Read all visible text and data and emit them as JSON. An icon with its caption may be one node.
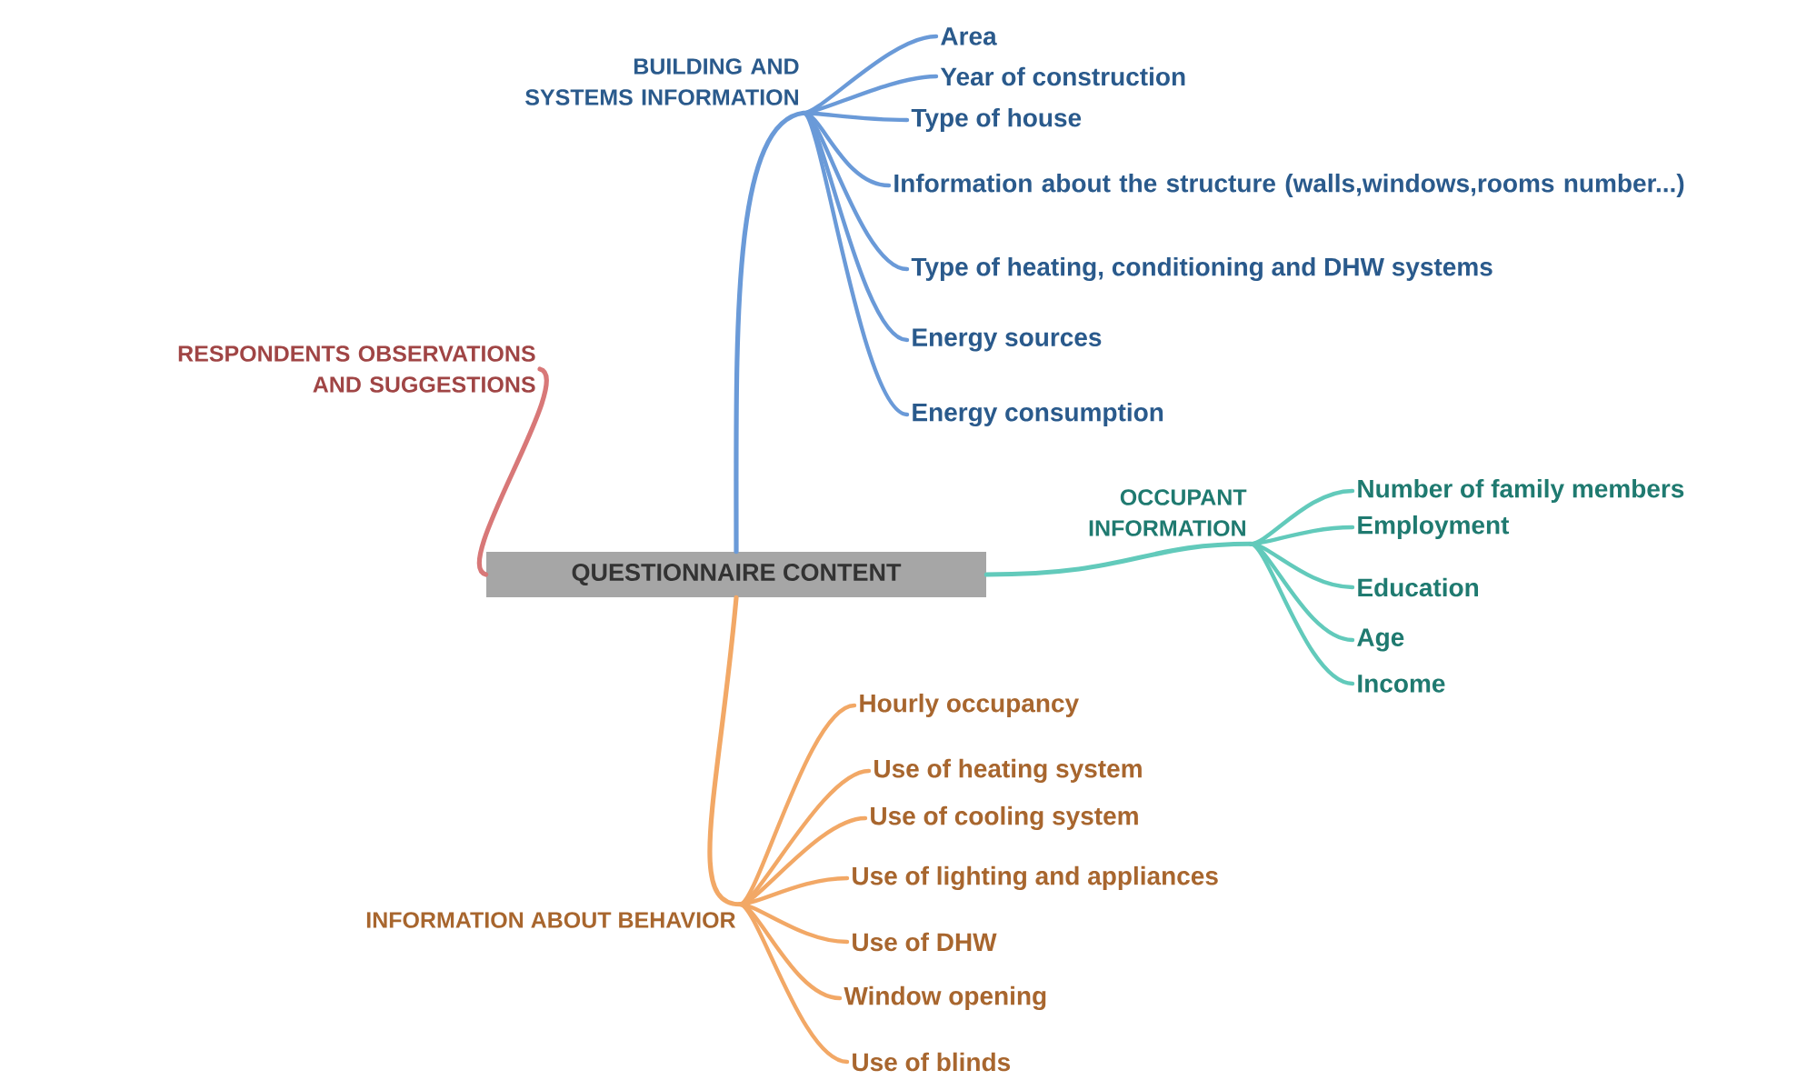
{
  "diagram": {
    "nodes": [
      {
        "text": [
          "QUESTIONNAIRE CONTENT"
        ]
      },
      {
        "text": [
          "BUILDING AND SYSTEMS INFORMATION"
        ]
      },
      {
        "text": [
          "Area"
        ]
      },
      {
        "text": [
          "Year of construction"
        ]
      },
      {
        "text": [
          "Type of house"
        ]
      },
      {
        "text": [
          "Information about the structure (walls,windows,rooms number...)"
        ]
      },
      {
        "text": [
          "Type of heating, conditioning and DHW systems"
        ]
      },
      {
        "text": [
          "Energy sources"
        ]
      },
      {
        "text": [
          "Energy consumption"
        ]
      },
      {
        "text": [
          "RESPONDENTS OBSERVATIONS AND SUGGESTIONS"
        ]
      },
      {
        "text": [
          "OCCUPANT INFORMATION"
        ]
      },
      {
        "text": [
          "Number of family members"
        ]
      },
      {
        "text": [
          "Employment"
        ]
      },
      {
        "text": [
          "Education"
        ]
      },
      {
        "text": [
          "Age"
        ]
      },
      {
        "text": [
          "Income"
        ]
      },
      {
        "text": [
          "INFORMATION ABOUT BEHAVIOR"
        ]
      },
      {
        "text": [
          "Hourly occupancy"
        ]
      },
      {
        "text": [
          "Use of heating system"
        ]
      },
      {
        "text": [
          "Use of cooling system"
        ]
      },
      {
        "text": [
          "Use of lighting and appliances"
        ]
      },
      {
        "text": [
          "Use of DHW"
        ]
      },
      {
        "text": [
          "Window opening"
        ]
      },
      {
        "text": [
          "Use of blinds"
        ]
      }
    ],
    "edges": [
      {
        "from": 0,
        "to": 1,
        "arrow": "none",
        "color": "#6a9ad8"
      },
      {
        "from": 1,
        "to": 2,
        "arrow": "none",
        "color": "#6a9ad8"
      },
      {
        "from": 1,
        "to": 3,
        "arrow": "none",
        "color": "#6a9ad8"
      },
      {
        "from": 1,
        "to": 4,
        "arrow": "none",
        "color": "#6a9ad8"
      },
      {
        "from": 1,
        "to": 5,
        "arrow": "none",
        "color": "#6a9ad8"
      },
      {
        "from": 1,
        "to": 6,
        "arrow": "none",
        "color": "#6a9ad8"
      },
      {
        "from": 1,
        "to": 7,
        "arrow": "none",
        "color": "#6a9ad8"
      },
      {
        "from": 1,
        "to": 8,
        "arrow": "none",
        "color": "#6a9ad8"
      },
      {
        "from": 0,
        "to": 9,
        "arrow": "none",
        "color": "#d87878"
      },
      {
        "from": 0,
        "to": 10,
        "arrow": "none",
        "color": "#62cabb"
      },
      {
        "from": 10,
        "to": 11,
        "arrow": "none",
        "color": "#62cabb"
      },
      {
        "from": 10,
        "to": 12,
        "arrow": "none",
        "color": "#62cabb"
      },
      {
        "from": 10,
        "to": 13,
        "arrow": "none",
        "color": "#62cabb"
      },
      {
        "from": 10,
        "to": 14,
        "arrow": "none",
        "color": "#62cabb"
      },
      {
        "from": 10,
        "to": 15,
        "arrow": "none",
        "color": "#62cabb"
      },
      {
        "from": 0,
        "to": 16,
        "arrow": "none",
        "color": "#f2a866"
      },
      {
        "from": 16,
        "to": 17,
        "arrow": "none",
        "color": "#f2a866"
      },
      {
        "from": 16,
        "to": 18,
        "arrow": "none",
        "color": "#f2a866"
      },
      {
        "from": 16,
        "to": 19,
        "arrow": "none",
        "color": "#f2a866"
      },
      {
        "from": 16,
        "to": 20,
        "arrow": "none",
        "color": "#f2a866"
      },
      {
        "from": 16,
        "to": 21,
        "arrow": "none",
        "color": "#f2a866"
      },
      {
        "from": 16,
        "to": 22,
        "arrow": "none",
        "color": "#f2a866"
      },
      {
        "from": 16,
        "to": 23,
        "arrow": "none",
        "color": "#f2a866"
      }
    ]
  }
}
